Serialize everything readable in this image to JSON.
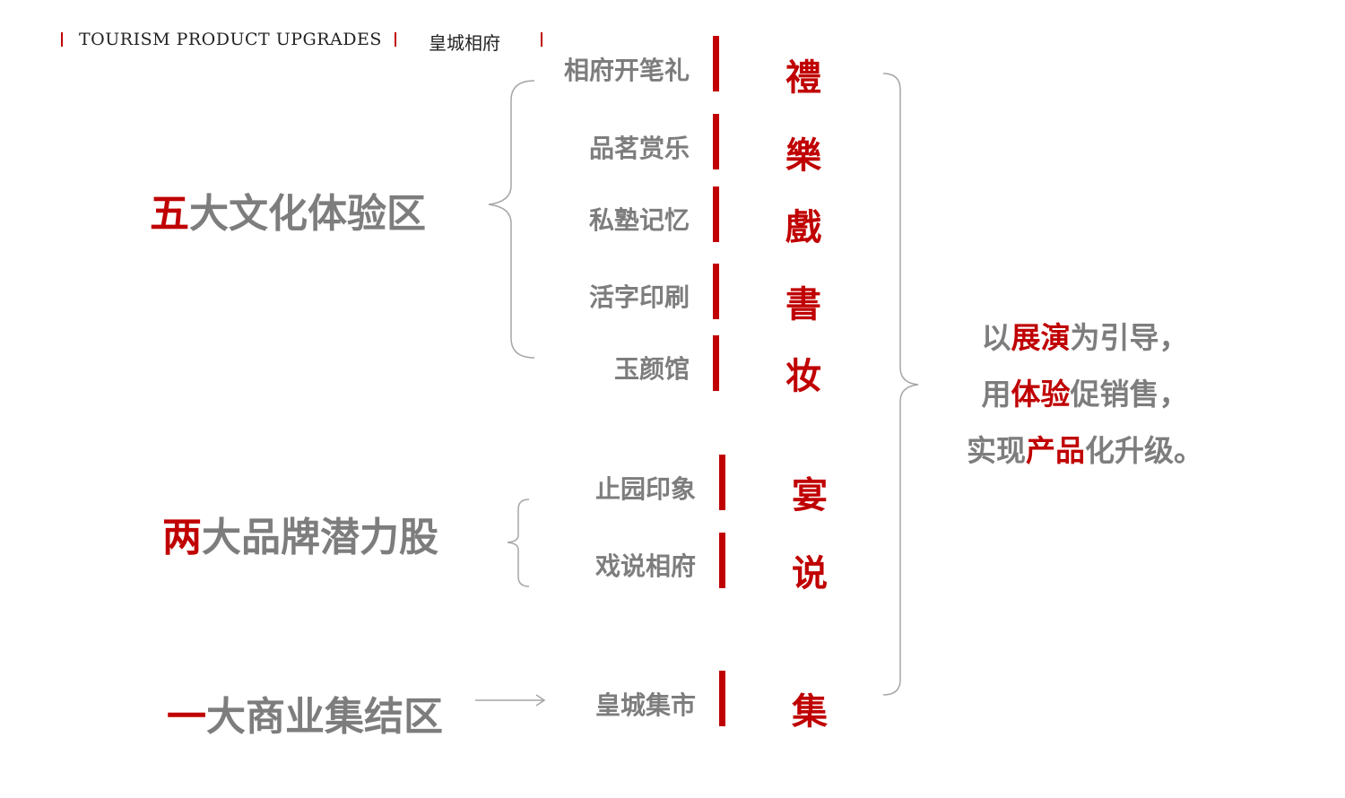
{
  "header": {
    "title": "TOURISM PRODUCT UPGRADES",
    "subtitle": "皇城相府"
  },
  "colors": {
    "accent": "#c00000",
    "text_gray": "#7d7d7d",
    "line_gray": "#a6a6a6"
  },
  "groups": [
    {
      "title_accent": "五",
      "title_rest": "大文化体验区",
      "items": [
        {
          "label": "相府开笔礼",
          "char": "禮"
        },
        {
          "label": "品茗赏乐",
          "char": "樂"
        },
        {
          "label": "私塾记忆",
          "char": "戲"
        },
        {
          "label": "活字印刷",
          "char": "書"
        },
        {
          "label": "玉颜馆",
          "char": "妆"
        }
      ]
    },
    {
      "title_accent": "两",
      "title_rest": "大品牌潜力股",
      "items": [
        {
          "label": "止园印象",
          "char": "宴"
        },
        {
          "label": "戏说相府",
          "char": "说"
        }
      ]
    },
    {
      "title_accent": "一",
      "title_rest": "大商业集结区",
      "items": [
        {
          "label": "皇城集市",
          "char": "集"
        }
      ]
    }
  ],
  "summary": {
    "line1": {
      "a": "以",
      "b": "展演",
      "c": "为引导，"
    },
    "line2": {
      "a": "用",
      "b": "体验",
      "c": "促销售，"
    },
    "line3": {
      "a": "实现",
      "b": "产品",
      "c": "化升级。"
    }
  }
}
